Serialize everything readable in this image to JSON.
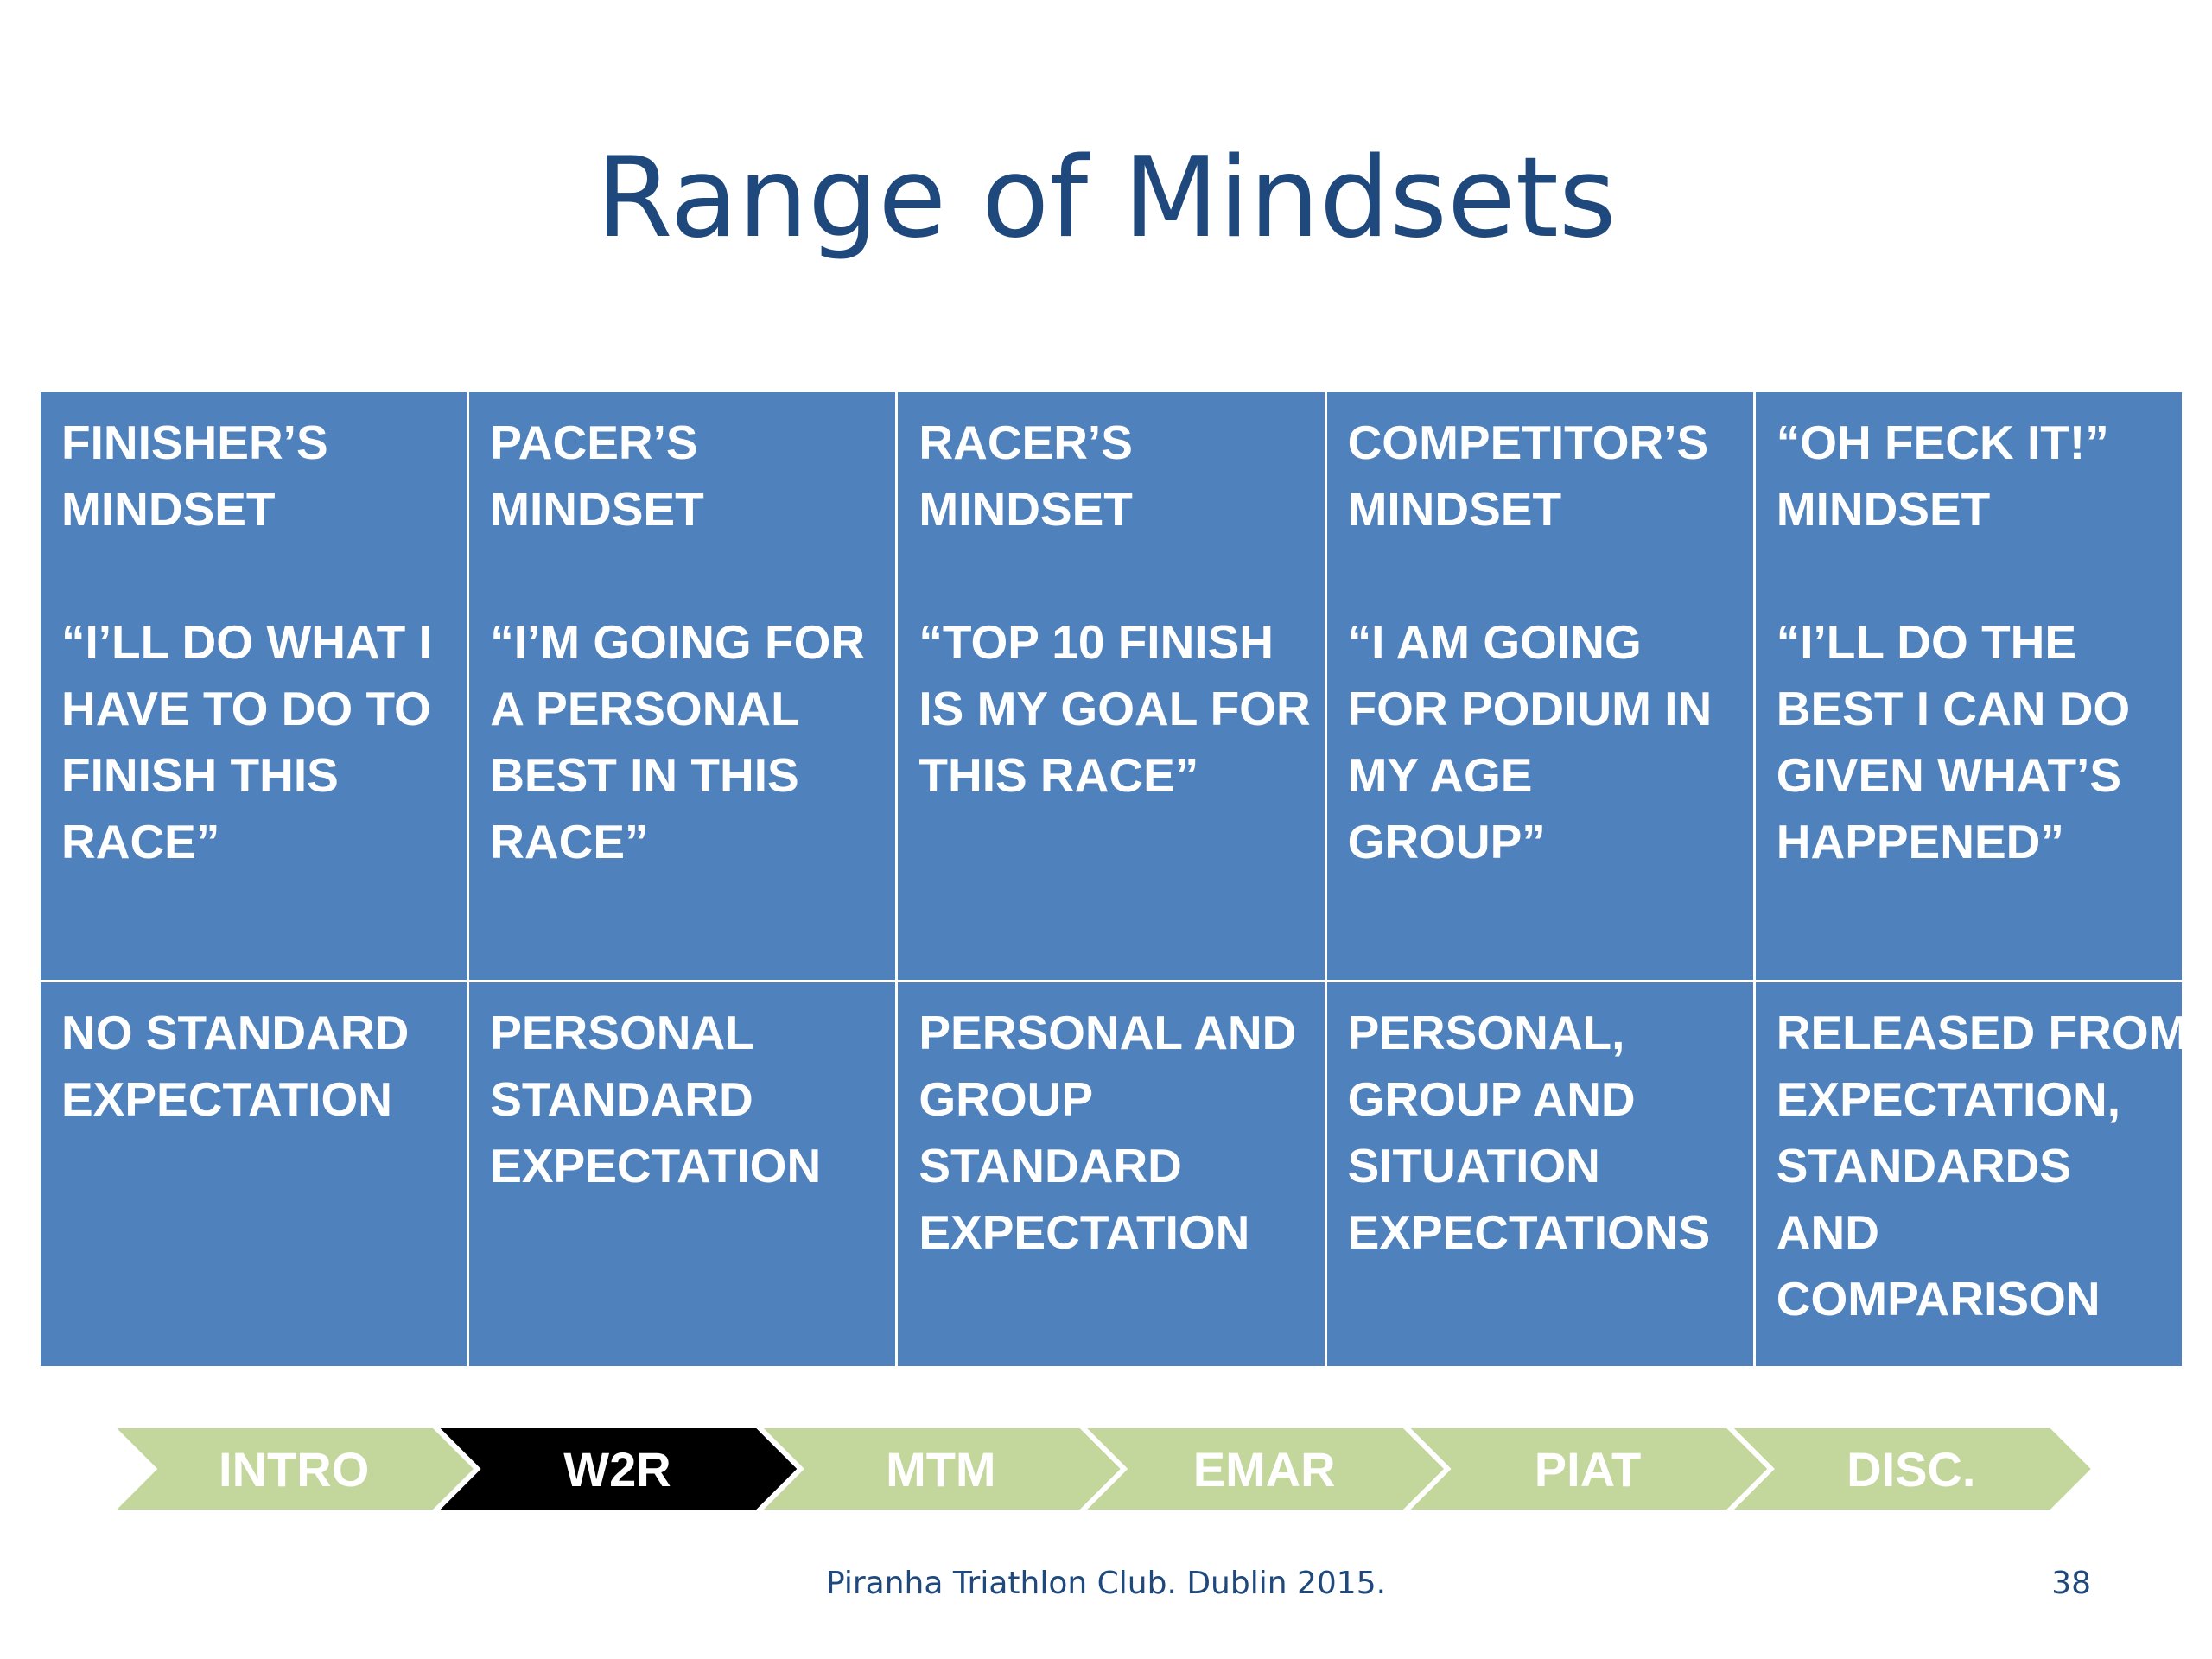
{
  "slide": {
    "title": "Range of Mindsets",
    "footer": "Piranha Triathlon Club. Dublin 2015.",
    "page_number": "38"
  },
  "table": {
    "columns": [
      {
        "header": [
          "FINISHER’S",
          "MINDSET"
        ],
        "quote": [
          "“I’LL DO WHAT I",
          "HAVE TO DO TO",
          "FINISH THIS",
          "RACE”"
        ],
        "standard": [
          "NO STANDARD",
          "EXPECTATION"
        ]
      },
      {
        "header": [
          "PACER’S",
          "MINDSET"
        ],
        "quote": [
          "“I’M GOING FOR",
          "A PERSONAL",
          "BEST IN THIS",
          "RACE”"
        ],
        "standard": [
          "PERSONAL",
          "STANDARD",
          "EXPECTATION"
        ]
      },
      {
        "header": [
          "RACER’S",
          "MINDSET"
        ],
        "quote": [
          "“TOP 10 FINISH",
          "IS MY GOAL FOR",
          "THIS RACE”"
        ],
        "standard": [
          "PERSONAL AND",
          "GROUP",
          "STANDARD",
          "EXPECTATION"
        ]
      },
      {
        "header": [
          "COMPETITOR’S",
          "MINDSET"
        ],
        "quote": [
          "“I AM GOING",
          "FOR PODIUM  IN",
          "MY AGE",
          "GROUP”"
        ],
        "standard": [
          "PERSONAL,",
          "GROUP AND",
          "SITUATION",
          "EXPECTATIONS"
        ]
      },
      {
        "header": [
          "“OH FECK IT!”",
          "MINDSET"
        ],
        "quote": [
          "“I’LL DO THE",
          "BEST I CAN DO",
          "GIVEN WHAT’S",
          "HAPPENED”"
        ],
        "standard": [
          "RELEASED FROM",
          "EXPECTATION,",
          "STANDARDS",
          "AND",
          "COMPARISON"
        ]
      }
    ]
  },
  "navigation": {
    "items": [
      {
        "label": "INTRO",
        "active": false
      },
      {
        "label": "W2R",
        "active": true
      },
      {
        "label": "MTM",
        "active": false
      },
      {
        "label": "EMAR",
        "active": false
      },
      {
        "label": "PIAT",
        "active": false
      },
      {
        "label": "DISC.",
        "active": false
      }
    ],
    "colors": {
      "inactive_fill": "#c3d69b",
      "active_fill": "#000000",
      "text": "#ffffff"
    }
  },
  "colors": {
    "title": "#1f497d",
    "table_fill": "#4f81bd",
    "table_text": "#ffffff",
    "footer": "#1f497d"
  }
}
